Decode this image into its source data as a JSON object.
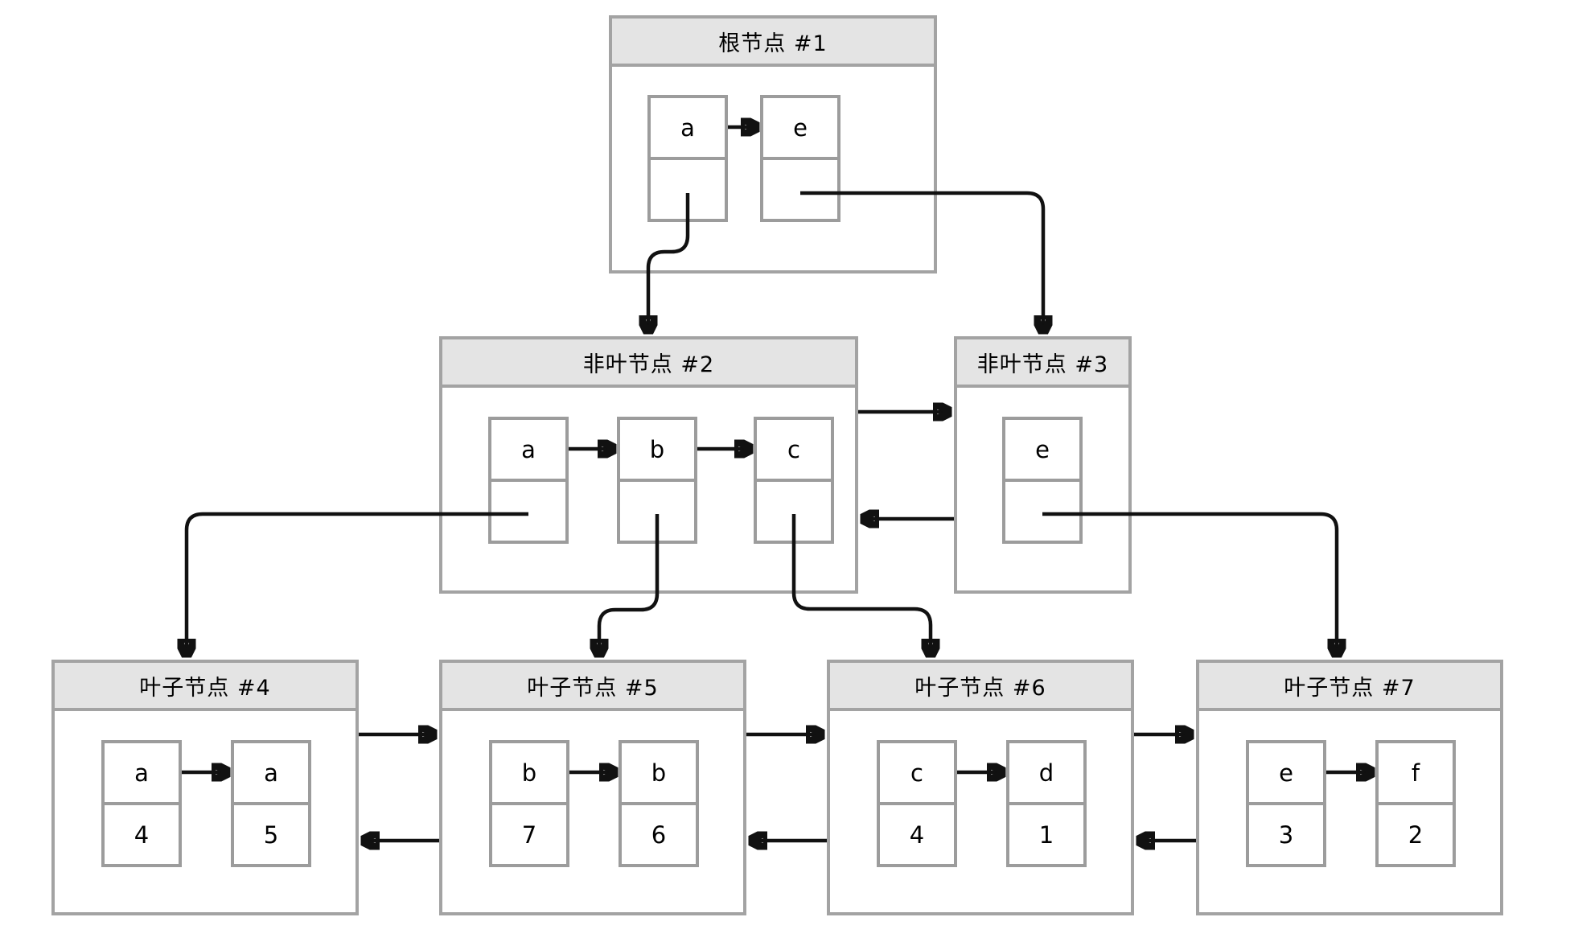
{
  "diagram": {
    "kind": "bplus-tree-index",
    "colors": {
      "background": "#ffffff",
      "node_border": "#a3a3a3",
      "header_bg": "#e4e4e4",
      "cell_border": "#9c9c9c",
      "arrow": "#111111",
      "text": "#000000"
    },
    "nodes": {
      "root": {
        "id": "#1",
        "title": "根节点 #1",
        "level": "root",
        "records": [
          {
            "key": "a"
          },
          {
            "key": "e"
          }
        ]
      },
      "n2": {
        "id": "#2",
        "title": "非叶节点 #2",
        "level": "internal",
        "records": [
          {
            "key": "a"
          },
          {
            "key": "b"
          },
          {
            "key": "c"
          }
        ]
      },
      "n3": {
        "id": "#3",
        "title": "非叶节点 #3",
        "level": "internal",
        "records": [
          {
            "key": "e"
          }
        ]
      },
      "l4": {
        "id": "#4",
        "title": "叶子节点 #4",
        "level": "leaf",
        "records": [
          {
            "key": "a",
            "value": "4"
          },
          {
            "key": "a",
            "value": "5"
          }
        ]
      },
      "l5": {
        "id": "#5",
        "title": "叶子节点 #5",
        "level": "leaf",
        "records": [
          {
            "key": "b",
            "value": "7"
          },
          {
            "key": "b",
            "value": "6"
          }
        ]
      },
      "l6": {
        "id": "#6",
        "title": "叶子节点 #6",
        "level": "leaf",
        "records": [
          {
            "key": "c",
            "value": "4"
          },
          {
            "key": "d",
            "value": "1"
          }
        ]
      },
      "l7": {
        "id": "#7",
        "title": "叶子节点 #7",
        "level": "leaf",
        "records": [
          {
            "key": "e",
            "value": "3"
          },
          {
            "key": "f",
            "value": "2"
          }
        ]
      }
    },
    "edges": [
      {
        "from": "root.a",
        "to": "root.e",
        "type": "record-link"
      },
      {
        "from": "n2.a",
        "to": "n2.b",
        "type": "record-link"
      },
      {
        "from": "n2.b",
        "to": "n2.c",
        "type": "record-link"
      },
      {
        "from": "l4.a4",
        "to": "l4.a5",
        "type": "record-link"
      },
      {
        "from": "l5.b7",
        "to": "l5.b6",
        "type": "record-link"
      },
      {
        "from": "l6.c4",
        "to": "l6.d1",
        "type": "record-link"
      },
      {
        "from": "l7.e3",
        "to": "l7.f2",
        "type": "record-link"
      },
      {
        "from": "root.a",
        "to": "n2",
        "type": "child-pointer"
      },
      {
        "from": "root.e",
        "to": "n3",
        "type": "child-pointer"
      },
      {
        "from": "n2.a",
        "to": "l4",
        "type": "child-pointer"
      },
      {
        "from": "n2.b",
        "to": "l5",
        "type": "child-pointer"
      },
      {
        "from": "n2.c",
        "to": "l6",
        "type": "child-pointer"
      },
      {
        "from": "n3.e",
        "to": "l7",
        "type": "child-pointer"
      },
      {
        "from": "n2",
        "to": "n3",
        "type": "next-sibling"
      },
      {
        "from": "n3",
        "to": "n2",
        "type": "prev-sibling"
      },
      {
        "from": "l4",
        "to": "l5",
        "type": "next-sibling"
      },
      {
        "from": "l5",
        "to": "l4",
        "type": "prev-sibling"
      },
      {
        "from": "l5",
        "to": "l6",
        "type": "next-sibling"
      },
      {
        "from": "l6",
        "to": "l5",
        "type": "prev-sibling"
      },
      {
        "from": "l6",
        "to": "l7",
        "type": "next-sibling"
      },
      {
        "from": "l7",
        "to": "l6",
        "type": "prev-sibling"
      }
    ]
  }
}
